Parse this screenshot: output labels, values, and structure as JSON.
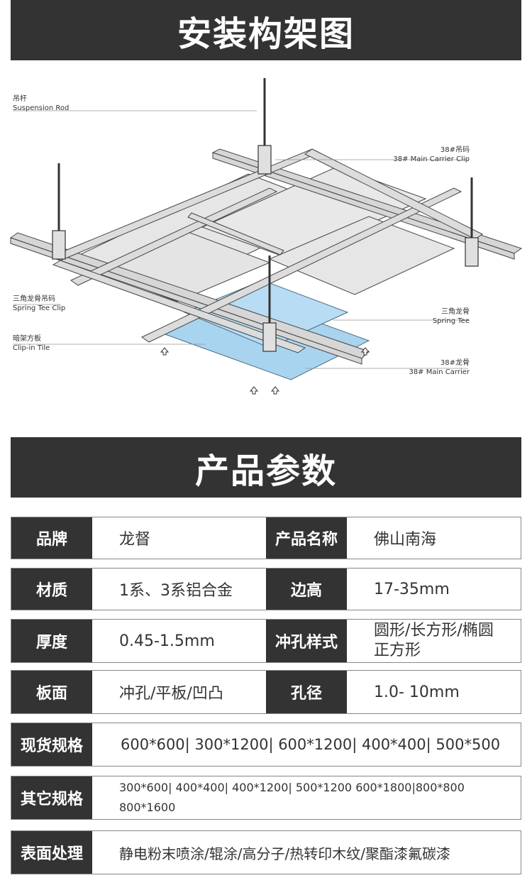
{
  "section1": {
    "title": "安装构架图"
  },
  "diagram": {
    "labels": {
      "suspension_rod_cn": "吊杆",
      "suspension_rod_en": "Suspension Rod",
      "main_carrier_clip_cn": "38#吊码",
      "main_carrier_clip_en": "38# Main Carrier Clip",
      "spring_tee_clip_cn": "三角龙骨吊码",
      "spring_tee_clip_en": "Spring Tee Clip",
      "spring_tee_cn": "三角龙骨",
      "spring_tee_en": "Spring Tee",
      "clip_in_tile_cn": "暗架方板",
      "clip_in_tile_en": "Clip-in Tile",
      "main_carrier_cn": "38#龙骨",
      "main_carrier_en": "38#  Main Carrier"
    },
    "colors": {
      "frame": "#d9d9d9",
      "panel": "#e4e4e4",
      "tile": "#a9d4f0",
      "stroke": "#444444"
    }
  },
  "section2": {
    "title": "产品参数"
  },
  "params": {
    "brand_label": "品牌",
    "brand_value": "龙督",
    "product_name_label": "产品名称",
    "product_name_value": "佛山南海",
    "material_label": "材质",
    "material_value": "1系、3系铝合金",
    "edge_height_label": "边高",
    "edge_height_value": "17-35mm",
    "thickness_label": "厚度",
    "thickness_value": "0.45-1.5mm",
    "punch_style_label": "冲孔样式",
    "punch_style_line1": "圆形/长方形/椭圆",
    "punch_style_line2": "正方形",
    "surface_type_label": "板面",
    "surface_type_value": "冲孔/平板/凹凸",
    "hole_dia_label": "孔径",
    "hole_dia_value": "1.0- 10mm",
    "stock_spec_label": "现货规格",
    "stock_spec_value": "600*600| 300*1200| 600*1200| 400*400| 500*500",
    "other_spec_label": "其它规格",
    "other_spec_line1": "300*600| 400*400| 400*1200| 500*1200 600*1800|800*800",
    "other_spec_line2": "800*1600",
    "finish_label": "表面处理",
    "finish_value": "静电粉末喷涂/辊涂/高分子/热转印木纹/聚酯漆氟碳漆"
  }
}
